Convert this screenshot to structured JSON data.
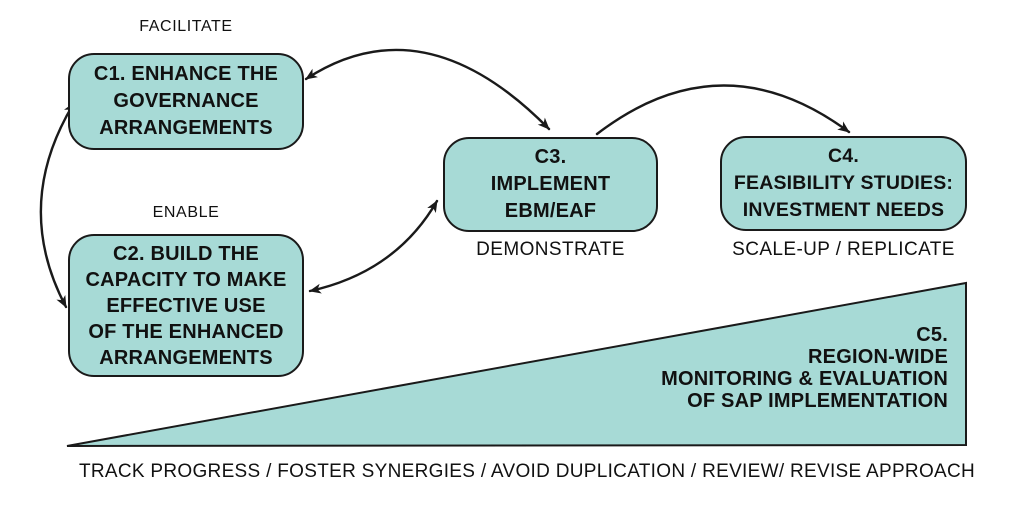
{
  "colors": {
    "shape_fill": "#a7dad6",
    "shape_border": "#1a1a1a",
    "text": "#111111",
    "background": "#ffffff"
  },
  "labels": {
    "facilitate": "FACILITATE",
    "enable": "ENABLE",
    "demonstrate": "DEMONSTRATE",
    "scale_up_replicate": "SCALE-UP / REPLICATE",
    "bottom_caption": "TRACK PROGRESS / FOSTER SYNERGIES / AVOID DUPLICATION / REVIEW/ REVISE APPROACH"
  },
  "boxes": {
    "c1": {
      "text": "C1. ENHANCE THE\nGOVERNANCE\nARRANGEMENTS"
    },
    "c2": {
      "text": "C2. BUILD THE\nCAPACITY TO MAKE\nEFFECTIVE USE\nOF THE ENHANCED\nARRANGEMENTS"
    },
    "c3": {
      "text": "C3.\nIMPLEMENT\nEBM/EAF"
    },
    "c4": {
      "text": "C4.\nFEASIBILITY STUDIES:\nINVESTMENT NEEDS"
    },
    "c5": {
      "text": "C5.\nREGION-WIDE\nMONITORING & EVALUATION\nOF SAP IMPLEMENTATION"
    }
  },
  "arrows": [
    {
      "name": "arrow-c1-c2",
      "between": [
        "C1",
        "C2"
      ],
      "double_headed": true
    },
    {
      "name": "arrow-c1-c3",
      "between": [
        "C1",
        "C3"
      ],
      "double_headed": true
    },
    {
      "name": "arrow-c2-c3",
      "between": [
        "C2",
        "C3"
      ],
      "double_headed": true
    },
    {
      "name": "arrow-c3-c4",
      "between": [
        "C3",
        "C4"
      ],
      "double_headed": false
    }
  ]
}
